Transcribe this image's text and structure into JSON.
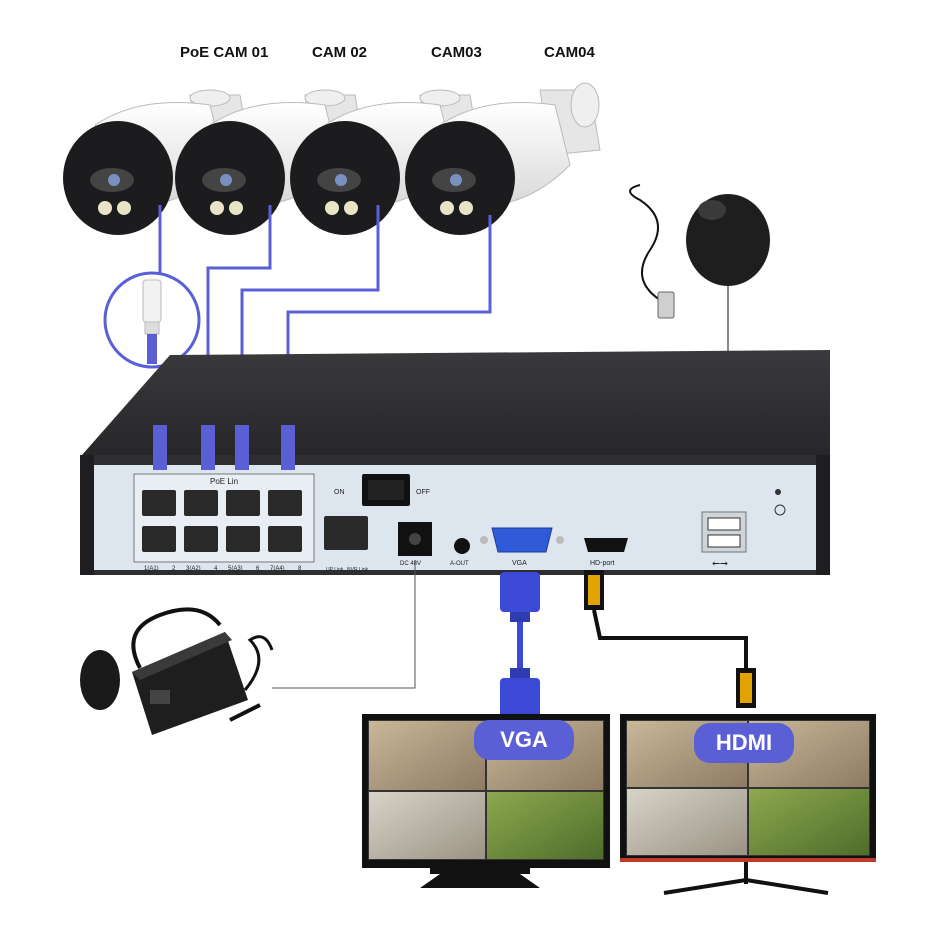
{
  "cameras": [
    {
      "label": "PoE CAM 01"
    },
    {
      "label": "CAM 02"
    },
    {
      "label": "CAM03"
    },
    {
      "label": "CAM04"
    }
  ],
  "nvr": {
    "poe_label": "PoE Lin",
    "port_numbers": [
      "1(A1)",
      "2",
      "3(A2)",
      "4",
      "5(A3)",
      "6",
      "7(A4)",
      "8"
    ],
    "lan_labels": [
      "UP Link",
      "NVR Link"
    ],
    "switch_on": "ON",
    "switch_off": "OFF",
    "dc_label": "DC 48V",
    "aout_label": "A-OUT",
    "vga_label": "VGA",
    "hd_label": "HD-port"
  },
  "monitors": [
    {
      "label": "VGA"
    },
    {
      "label": "HDMI"
    }
  ],
  "colors": {
    "cable": "#5b5fd6",
    "nvr_body": "#2e2e30",
    "nvr_panel": "#dde6ee",
    "pill": "#5b5fd6"
  }
}
